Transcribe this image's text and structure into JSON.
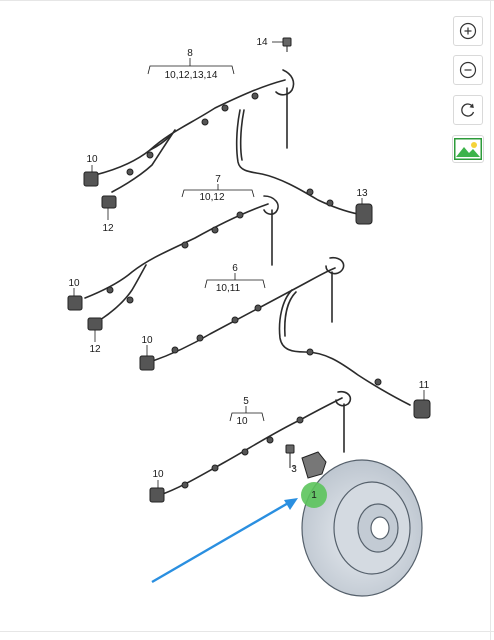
{
  "diagram": {
    "callouts": {
      "c14": "14",
      "c8": "8",
      "c8_refs": "10,12,13,14",
      "c10_a": "10",
      "c12_a": "12",
      "c13": "13",
      "c7": "7",
      "c7_refs": "10,12",
      "c10_b": "10",
      "c12_b": "12",
      "c6": "6",
      "c6_refs": "10,11",
      "c10_c": "10",
      "c11": "11",
      "c5": "5",
      "c5_refs": "10",
      "c3": "3",
      "c10_d": "10",
      "c1": "1"
    },
    "highlight_color": "#5cc45c",
    "arrow_color": "#2a8fe0"
  },
  "toolbar": {
    "zoom_in_icon": "zoom-in-icon",
    "zoom_out_icon": "zoom-out-icon",
    "reset_icon": "rotate-reset-icon",
    "image_icon": "image-icon",
    "image_colors": {
      "sky": "#2d9b3a",
      "mountain": "#3cb34a",
      "sun": "#f5d33a"
    }
  }
}
